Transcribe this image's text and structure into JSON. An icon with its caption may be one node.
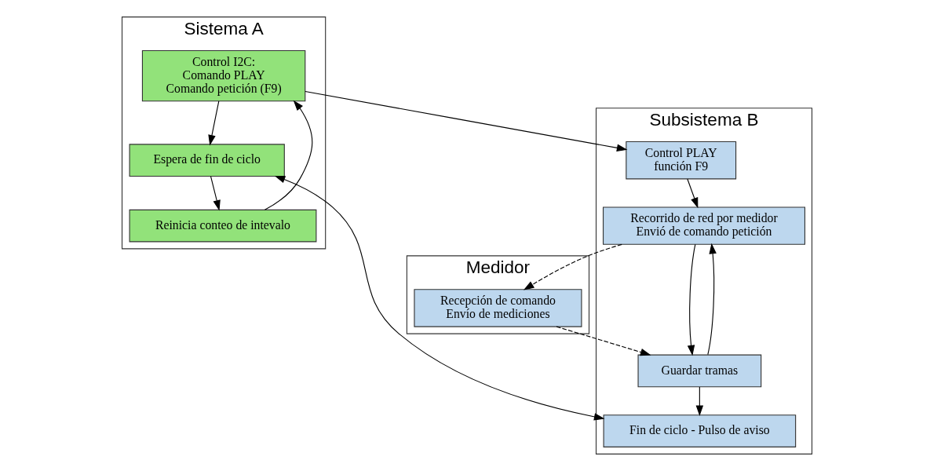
{
  "diagram": {
    "nodes": [
      {
        "text": [
          "Sistema A"
        ]
      },
      {
        "text": [
          "Control I2C:",
          "Comando PLAY",
          "Comando petición (F9)"
        ],
        "in": 0
      },
      {
        "text": [
          "Espera de fin de ciclo"
        ],
        "in": 0
      },
      {
        "text": [
          "Reinicia conteo de intevalo"
        ],
        "in": 0
      },
      {
        "text": [
          "Subsistema B"
        ]
      },
      {
        "text": [
          "Control PLAY",
          "función F9"
        ],
        "in": 4
      },
      {
        "text": [
          "Recorrido de red por medidor",
          "Envió de comando petición"
        ],
        "in": 4
      },
      {
        "text": [
          "Guardar tramas"
        ],
        "in": 4
      },
      {
        "text": [
          "Fin de ciclo - Pulso de aviso"
        ],
        "in": 4
      },
      {
        "text": [
          "Medidor"
        ]
      },
      {
        "text": [
          "Recepción de comando",
          "Envío de mediciones"
        ],
        "in": 9
      }
    ],
    "edges": [
      {
        "from": 1,
        "to": 5,
        "arrow": "to"
      },
      {
        "from": 5,
        "to": 6,
        "arrow": "to"
      },
      {
        "from": 6,
        "to": 7,
        "arrow": "to"
      },
      {
        "from": 7,
        "to": 8,
        "arrow": "to"
      },
      {
        "from": 1,
        "to": 2,
        "arrow": "to"
      },
      {
        "from": 2,
        "to": 8,
        "arrow": "both"
      },
      {
        "from": 2,
        "to": 3,
        "arrow": "to"
      },
      {
        "from": 3,
        "to": 1,
        "arrow": "to"
      },
      {
        "from": 7,
        "to": 6,
        "arrow": "to"
      },
      {
        "from": 6,
        "to": 10,
        "arrow": "to",
        "style": "dashed"
      },
      {
        "from": 10,
        "to": 7,
        "arrow": "to",
        "style": "dashed"
      }
    ]
  }
}
